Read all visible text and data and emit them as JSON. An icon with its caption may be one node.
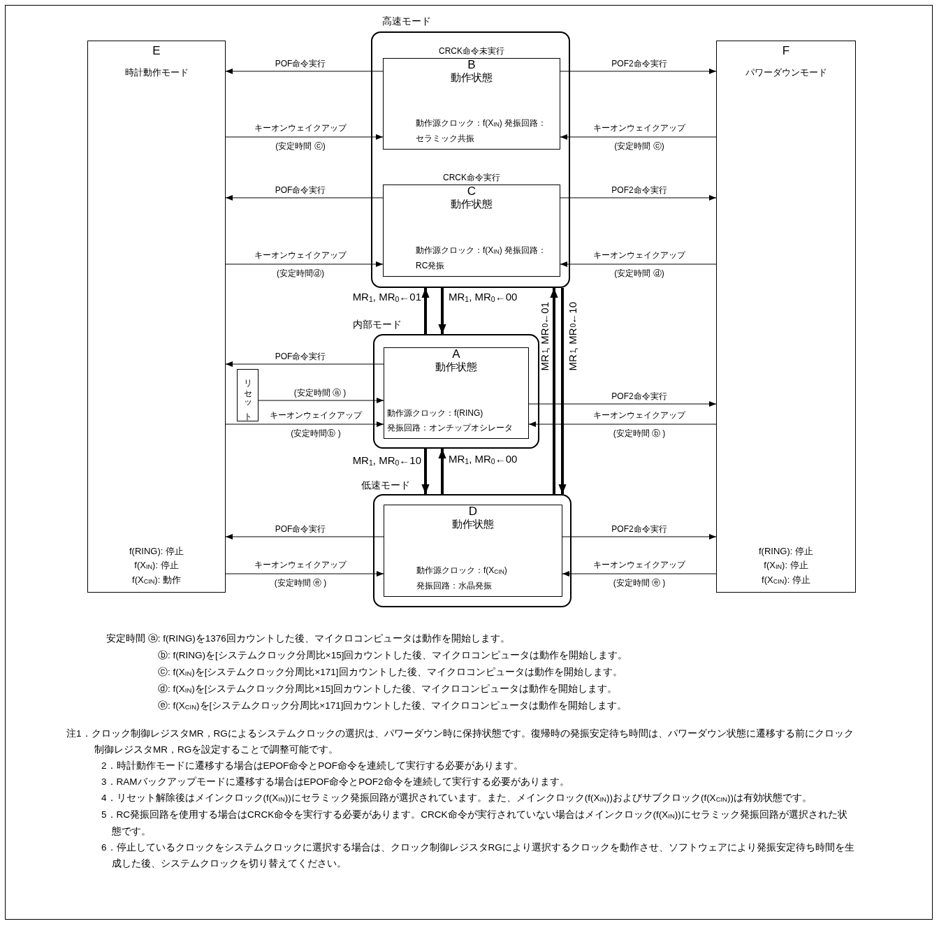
{
  "diagram": {
    "nodes": [
      {
        "text": [
          "E",
          "時計動作モード",
          "f(RING): 停止 f(X$_{IN}$): 停止 f(X$_{CIN}$): 動作"
        ]
      },
      {
        "text": [
          "高速モード"
        ]
      },
      {
        "text": [
          "CRCK命令未実行",
          "B",
          "動作状態",
          "動作源クロック：f(X$_{IN}$) 発振回路：セラミック共振"
        ],
        "in": 1
      },
      {
        "text": [
          "CRCK命令実行",
          "C",
          "動作状態",
          "動作源クロック：f(X$_{IN}$) 発振回路：RC発振"
        ],
        "in": 1
      },
      {
        "text": [
          "内部モード"
        ]
      },
      {
        "text": [
          "A",
          "動作状態",
          "動作源クロック：f(RING) 発振回路：オンチップオシレータ"
        ],
        "in": 4
      },
      {
        "text": [
          "低速モード"
        ]
      },
      {
        "text": [
          "D",
          "動作状態",
          "動作源クロック：f(X$_{CIN}$) 発振回路：水晶発振"
        ],
        "in": 6
      },
      {
        "text": [
          "F",
          "パワーダウンモード",
          "f(RING): 停止 f(X$_{IN}$): 停止 f(X$_{CIN}$): 停止"
        ]
      },
      {
        "text": [
          "リセット"
        ]
      }
    ],
    "edges": [
      {
        "from": 2,
        "to": 0,
        "arrow": "to",
        "label": "POF命令実行"
      },
      {
        "from": 0,
        "to": 2,
        "arrow": "to",
        "label": "キーオンウェイクアップ (安定時間 ⓒ)"
      },
      {
        "from": 2,
        "to": 8,
        "arrow": "to",
        "label": "POF2命令実行"
      },
      {
        "from": 8,
        "to": 2,
        "arrow": "to",
        "label": "キーオンウェイクアップ (安定時間 ⓒ)"
      },
      {
        "from": 3,
        "to": 0,
        "arrow": "to",
        "label": "POF命令実行"
      },
      {
        "from": 0,
        "to": 3,
        "arrow": "to",
        "label": "キーオンウェイクアップ (安定時間ⓓ)"
      },
      {
        "from": 3,
        "to": 8,
        "arrow": "to",
        "label": "POF2命令実行"
      },
      {
        "from": 8,
        "to": 3,
        "arrow": "to",
        "label": "キーオンウェイクアップ (安定時間 ⓓ)"
      },
      {
        "from": 4,
        "to": 1,
        "arrow": "to",
        "label": "MR$_{1}$, MR$_{0}$←01",
        "style": "thick"
      },
      {
        "from": 1,
        "to": 4,
        "arrow": "to",
        "label": "MR$_{1}$, MR$_{0}$←00",
        "style": "thick"
      },
      {
        "from": 6,
        "to": 1,
        "arrow": "to",
        "label": "MR$_{1}$, MR$_{0}$←01",
        "style": "thick"
      },
      {
        "from": 1,
        "to": 6,
        "arrow": "to",
        "label": "MR$_{1}$, MR$_{0}$←10",
        "style": "thick"
      },
      {
        "from": 5,
        "to": 0,
        "arrow": "to",
        "label": "POF命令実行"
      },
      {
        "from": 9,
        "to": 5,
        "arrow": "to",
        "label": "(安定時間 ⓐ )"
      },
      {
        "from": 0,
        "to": 5,
        "arrow": "to",
        "label": "キーオンウェイクアップ (安定時間ⓑ )"
      },
      {
        "from": 5,
        "to": 8,
        "arrow": "to",
        "label": "POF2命令実行"
      },
      {
        "from": 8,
        "to": 5,
        "arrow": "to",
        "label": "キーオンウェイクアップ (安定時間 ⓑ )"
      },
      {
        "from": 4,
        "to": 6,
        "arrow": "to",
        "label": "MR$_{1}$, MR$_{0}$←10",
        "style": "thick"
      },
      {
        "from": 6,
        "to": 4,
        "arrow": "to",
        "label": "MR$_{1}$, MR$_{0}$←00",
        "style": "thick"
      },
      {
        "from": 7,
        "to": 0,
        "arrow": "to",
        "label": "POF命令実行"
      },
      {
        "from": 0,
        "to": 7,
        "arrow": "to",
        "label": "キーオンウェイクアップ (安定時間 ⓔ )"
      },
      {
        "from": 7,
        "to": 8,
        "arrow": "to",
        "label": "POF2命令実行"
      },
      {
        "from": 8,
        "to": 7,
        "arrow": "to",
        "label": "キーオンウェイクアップ (安定時間 ⓔ )"
      }
    ],
    "labels": [
      "安定時間 ⓐ: f(RING)を1376回カウントした後、マイクロコンピュータは動作を開始します。",
      "ⓑ: f(RING)を[システムクロック分周比×15]回カウントした後、マイクロコンピュータは動作を開始します。",
      "ⓒ: f(X$_{IN}$)を[システムクロック分周比×171]回カウントした後、マイクロコンピュータは動作を開始します。",
      "ⓓ: f(X$_{IN}$)を[システムクロック分周比×15]回カウントした後、マイクロコンピュータは動作を開始します。",
      "ⓔ: f(X$_{CIN}$)を[システムクロック分周比×171]回カウントした後、マイクロコンピュータは動作を開始します。",
      "注1．クロック制御レジスタMR，RGによるシステムクロックの選択は、パワーダウン時に保持状態です。復帰時の発振安定待ち時間は、パワーダウン状態に遷移する前にクロック制御レジスタMR，RGを設定することで調整可能です。",
      "2．時計動作モードに遷移する場合はEPOF命令とPOF命令を連続して実行する必要があります。",
      "3．RAMバックアップモードに遷移する場合はEPOF命令とPOF2命令を連続して実行する必要があります。",
      "4．リセット解除後はメインクロック(f(X$_{IN}$))にセラミック発振回路が選択されています。また、メインクロック(f(X$_{IN}$))およびサブクロック(f(X$_{CIN}$))は有効状態です。",
      "5．RC発振回路を使用する場合はCRCK命令を実行する必要があります。CRCK命令が実行されていない場合はメインクロック(f(X$_{IN}$))にセラミック発振回路が選択された状態です。",
      "6．停止しているクロックをシステムクロックに選択する場合は、クロック制御レジスタRGにより選択するクロックを動作させ、ソフトウェアにより発振安定待ち時間を生成した後、システムクロックを切り替えてください。"
    ]
  }
}
